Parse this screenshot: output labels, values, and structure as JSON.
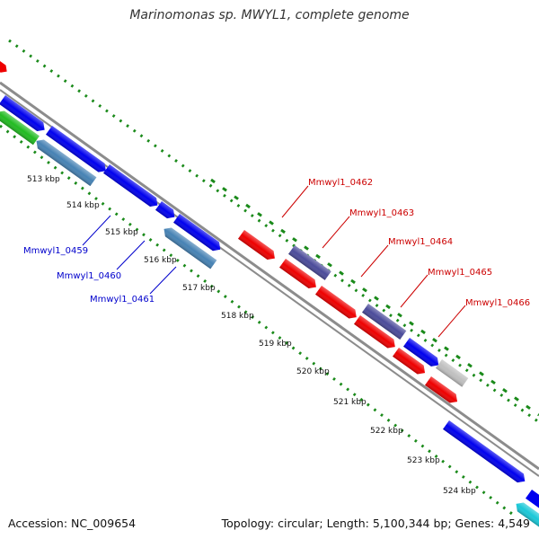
{
  "title": "Marinomonas sp. MWYL1, complete genome",
  "footer": {
    "accession": "Accession: NC_009654",
    "summary": "Topology: circular; Length: 5,100,344 bp; Genes: 4,549"
  },
  "colors": {
    "backbone": "#8c8c8c",
    "gc_skew": "#1a8a1a",
    "label_blue": "#0000cc",
    "label_red": "#cc0000",
    "tick_label": "#111111"
  },
  "ticks": [
    "513 kbp",
    "514 kbp",
    "515 kbp",
    "516 kbp",
    "517 kbp",
    "518 kbp",
    "519 kbp",
    "520 kbp",
    "521 kbp",
    "522 kbp",
    "523 kbp",
    "524 kbp"
  ],
  "gene_labels_left": [
    "Mmwyl1_0459",
    "Mmwyl1_0460",
    "Mmwyl1_0461"
  ],
  "gene_labels_right": [
    "Mmwyl1_0462",
    "Mmwyl1_0463",
    "Mmwyl1_0464",
    "Mmwyl1_0465",
    "Mmwyl1_0466"
  ]
}
